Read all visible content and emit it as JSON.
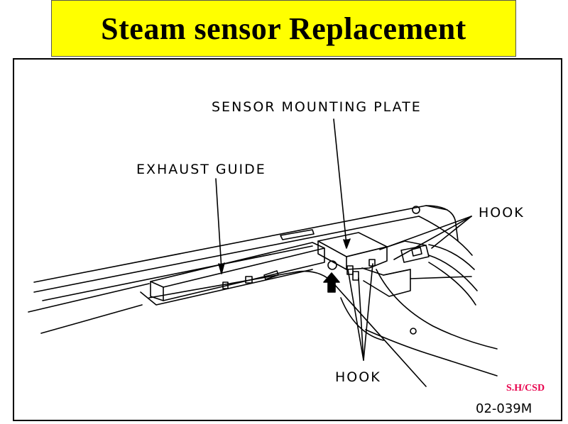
{
  "title": "Steam sensor Replacement",
  "labels": {
    "sensor_mounting_plate": "SENSOR MOUNTING PLATE",
    "exhaust_guide": "EXHAUST GUIDE",
    "hook_right": "HOOK",
    "hook_bottom": "HOOK"
  },
  "credit": "S.H/CSD",
  "figure_code": "02-039M",
  "colors": {
    "banner": "#ffff00",
    "credit": "#e8004c"
  }
}
